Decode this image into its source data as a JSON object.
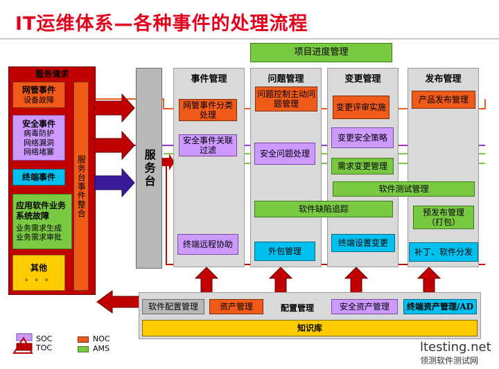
{
  "title": "IT运维体系—各种事件的处理流程",
  "project_progress": "项目进度管理",
  "service_request": {
    "header": "服务请求",
    "net_event": {
      "title": "网管事件",
      "sub": "设备故障"
    },
    "security_event": {
      "title": "安全事件",
      "lines": [
        "病毒防护",
        "网络漏洞",
        "网络堵塞"
      ]
    },
    "terminal_event": "终端事件",
    "app_event": {
      "title": "应用软件业务系统故障",
      "lines": [
        "业务需求生成",
        "业务需求审批"
      ]
    },
    "other": {
      "title": "其他",
      "dots": "。 。 。"
    },
    "integration": "服务台事件整合"
  },
  "service_desk": "服务台",
  "columns": {
    "event": "事件管理",
    "problem": "问题管理",
    "change": "变更管理",
    "release": "发布管理"
  },
  "event_items": {
    "net": "网管事件分类处理",
    "security": "安全事件关联过滤",
    "terminal": "终端远程协助"
  },
  "problem_items": {
    "control": "问题控制主动问题管理",
    "security": "安全问题处理",
    "outsourcing": "外包管理"
  },
  "change_items": {
    "review": "变更评审实施",
    "security": "变更安全策略",
    "requirement": "需求变更管理",
    "terminal": "终端设置变更"
  },
  "release_items": {
    "product": "产品发布管理",
    "prerelease": "预发布管理（打包）",
    "patch": "补丁、软件分发"
  },
  "spanning": {
    "software_test": "软件测试管理",
    "defect_tracking": "软件缺陷追踪"
  },
  "config": {
    "software_config": "软件配置管理",
    "asset": "资产管理",
    "label": "配置管理",
    "security_asset": "安全资产管理",
    "terminal_asset": "终端资产管理/AD",
    "knowledge": "知识库"
  },
  "legend": {
    "soc": "SOC",
    "toc": "TOC",
    "noc": "NOC",
    "ams": "AMS"
  },
  "watermark": {
    "line1": "ltesting.net",
    "line2": "领测软件测试网"
  },
  "colors": {
    "orange": "#f25a1a",
    "purple": "#cc99ff",
    "green": "#7ac943",
    "cyan": "#00c0f0",
    "yellow": "#ffcc00",
    "dark_red": "#c00000",
    "title_red": "#e4001b"
  }
}
